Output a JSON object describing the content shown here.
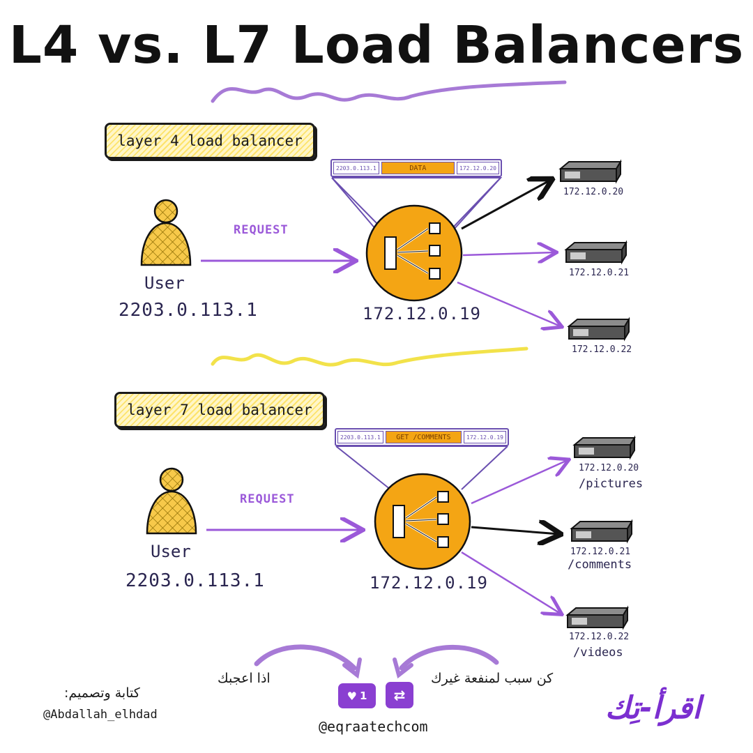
{
  "title": "L4 vs. L7 Load Balancers",
  "l4": {
    "label": "layer 4 load balancer",
    "user_label": "User",
    "user_ip": "2203.0.113.1",
    "request_label": "REQUEST",
    "lb_ip": "172.12.0.19",
    "packet": {
      "src": "2203.0.113.1",
      "data": "DATA",
      "dst": "172.12.0.20"
    },
    "servers": [
      {
        "ip": "172.12.0.20"
      },
      {
        "ip": "172.12.0.21"
      },
      {
        "ip": "172.12.0.22"
      }
    ]
  },
  "l7": {
    "label": "layer 7 load balancer",
    "user_label": "User",
    "user_ip": "2203.0.113.1",
    "request_label": "REQUEST",
    "lb_ip": "172.12.0.19",
    "packet": {
      "src": "2203.0.113.1",
      "data": "GET /COMMENTS",
      "dst": "172.12.0.19"
    },
    "servers": [
      {
        "ip": "172.12.0.20",
        "path": "/pictures"
      },
      {
        "ip": "172.12.0.21",
        "path": "/comments"
      },
      {
        "ip": "172.12.0.22",
        "path": "/videos"
      }
    ]
  },
  "footer": {
    "like_text": "اذا اعجبك",
    "share_text": "كن سبب لمنفعة غيرك",
    "author_label": "كتابة وتصميم:",
    "author_handle": "@Abdallah_elhdad",
    "site_handle": "@eqraatechcom",
    "like_count": "1",
    "logo_text": "اقرأ-تِك"
  },
  "colors": {
    "accent_purple": "#9b59d9",
    "balancer_orange": "#f4a514",
    "highlight_yellow": "#fde36b",
    "badge_purple": "#8a3fd1"
  }
}
